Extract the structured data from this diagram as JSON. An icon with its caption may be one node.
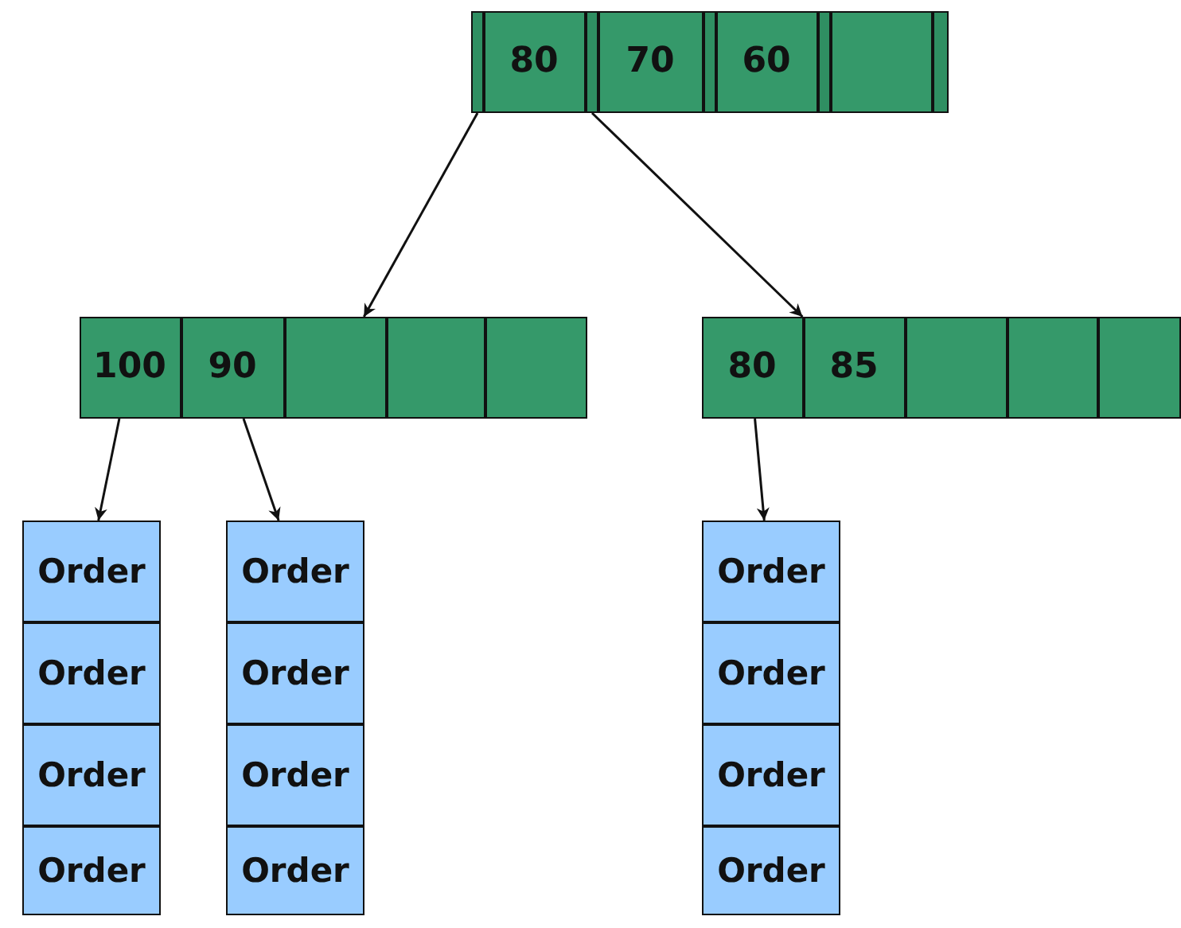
{
  "diagram": {
    "nodes": [
      {
        "text": [],
        "shape": "box"
      },
      {
        "text": [],
        "shape": "bar",
        "in": 0
      },
      {
        "text": [
          "80"
        ],
        "in": 0
      },
      {
        "text": [],
        "shape": "bar",
        "in": 0
      },
      {
        "text": [
          "70"
        ],
        "in": 0
      },
      {
        "text": [],
        "shape": "bar",
        "in": 0
      },
      {
        "text": [
          "60"
        ],
        "in": 0
      },
      {
        "text": [],
        "shape": "bar",
        "in": 0
      },
      {
        "text": [],
        "shape": "box",
        "in": 0
      },
      {
        "text": [],
        "shape": "bar",
        "in": 0
      },
      {
        "text": [],
        "shape": "box"
      },
      {
        "text": [
          "100"
        ],
        "in": 10
      },
      {
        "text": [
          "90"
        ],
        "in": 10
      },
      {
        "text": [],
        "shape": "box",
        "in": 10
      },
      {
        "text": [],
        "shape": "box",
        "in": 10
      },
      {
        "text": [],
        "shape": "box",
        "in": 10
      },
      {
        "text": [],
        "shape": "box"
      },
      {
        "text": [
          "80"
        ],
        "in": 16
      },
      {
        "text": [
          "85"
        ],
        "in": 16
      },
      {
        "text": [],
        "shape": "box",
        "in": 16
      },
      {
        "text": [],
        "shape": "box",
        "in": 16
      },
      {
        "text": [],
        "shape": "box",
        "in": 16
      },
      {
        "text": [
          "Order"
        ]
      },
      {
        "text": [
          "Order"
        ]
      },
      {
        "text": [
          "Order"
        ]
      },
      {
        "text": [
          "Order"
        ]
      },
      {
        "text": [
          "Order"
        ]
      },
      {
        "text": [
          "Order"
        ]
      },
      {
        "text": [
          "Order"
        ]
      },
      {
        "text": [
          "Order"
        ]
      },
      {
        "text": [
          "Order"
        ]
      },
      {
        "text": [
          "Order"
        ]
      },
      {
        "text": [
          "Order"
        ]
      },
      {
        "text": [
          "Order"
        ]
      }
    ],
    "edges": [
      {
        "from": 1,
        "to": 10,
        "arrow": "to"
      },
      {
        "from": 3,
        "to": 16,
        "arrow": "to"
      },
      {
        "from": 11,
        "to": 22,
        "arrow": "to"
      },
      {
        "from": 12,
        "to": 23,
        "arrow": "to"
      },
      {
        "from": 17,
        "to": 24,
        "arrow": "to"
      }
    ]
  }
}
